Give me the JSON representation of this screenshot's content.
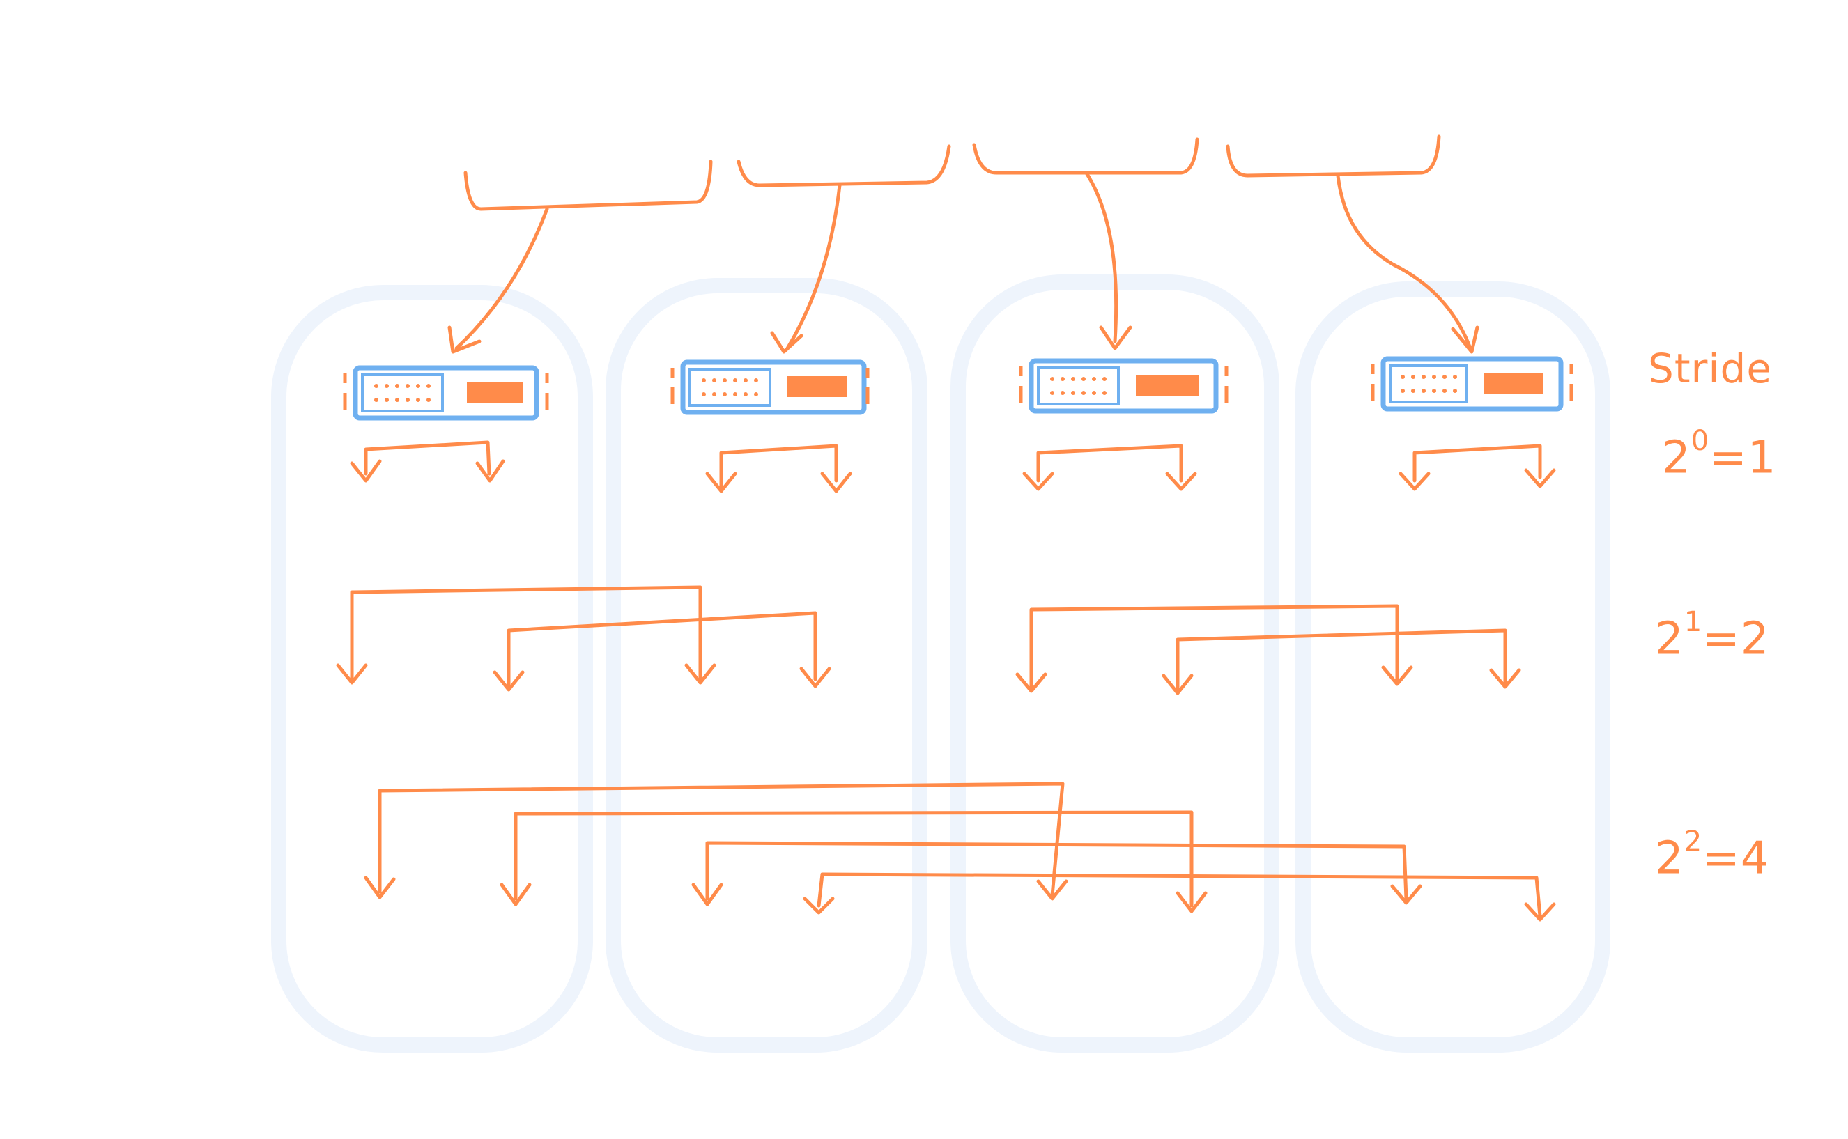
{
  "diagram": {
    "stride_label": "Stride",
    "levels": [
      {
        "base": "2",
        "exp": "0",
        "result": "1"
      },
      {
        "base": "2",
        "exp": "1",
        "result": "2"
      },
      {
        "base": "2",
        "exp": "2",
        "result": "4"
      }
    ],
    "colors": {
      "arrow": "#ff8b4a",
      "module_border": "#6fb0f0",
      "module_fill": "#ff8b4a",
      "group_outline": "#eef4fc"
    },
    "groups": 4,
    "icons": [
      "memory-module-icon"
    ]
  }
}
